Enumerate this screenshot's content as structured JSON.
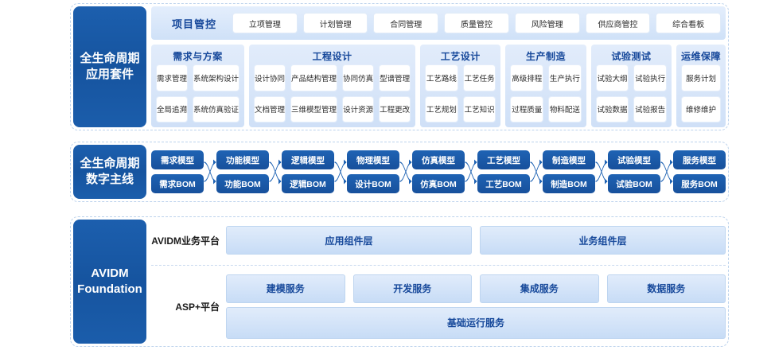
{
  "diagram": {
    "title_hidden": "",
    "colors": {
      "deep_blue": "#16549f",
      "chip_blue": "#15479a",
      "panel_fill": "#cfe0f7",
      "dashed_border": "#bcd2ec"
    }
  },
  "suite": {
    "side_label_line1": "全生命周期",
    "side_label_line2": "应用套件",
    "project_control": {
      "title": "项目管控",
      "items": [
        "立项管理",
        "计划管理",
        "合同管理",
        "质量管控",
        "风险管理",
        "供应商管控",
        "综合看板"
      ]
    },
    "groups": [
      {
        "title": "需求与方案",
        "row1": [
          "需求管理",
          "系统架构设计"
        ],
        "row2": [
          "全局追溯",
          "系统仿真验证"
        ]
      },
      {
        "title": "工程设计",
        "row1": [
          "设计协同",
          "产品结构管理",
          "协同仿真",
          "型谱管理"
        ],
        "row2": [
          "文档管理",
          "三维模型管理",
          "设计资源",
          "工程更改"
        ]
      },
      {
        "title": "工艺设计",
        "row1": [
          "工艺路线",
          "工艺任务"
        ],
        "row2": [
          "工艺规划",
          "工艺知识"
        ]
      },
      {
        "title": "生产制造",
        "row1": [
          "高级排程",
          "生产执行"
        ],
        "row2": [
          "过程质量",
          "物料配送"
        ]
      },
      {
        "title": "试验测试",
        "row1": [
          "试验大纲",
          "试验执行"
        ],
        "row2": [
          "试验数据",
          "试验报告"
        ]
      },
      {
        "title": "运维保障",
        "row1": [
          "服务计划"
        ],
        "row2": [
          "维修维护"
        ]
      }
    ]
  },
  "thread": {
    "side_label_line1": "全生命周期",
    "side_label_line2": "数字主线",
    "stages": [
      {
        "model": "需求模型",
        "bom": "需求BOM"
      },
      {
        "model": "功能模型",
        "bom": "功能BOM"
      },
      {
        "model": "逻辑模型",
        "bom": "逻辑BOM"
      },
      {
        "model": "物理模型",
        "bom": "设计BOM"
      },
      {
        "model": "仿真模型",
        "bom": "仿真BOM"
      },
      {
        "model": "工艺模型",
        "bom": "工艺BOM"
      },
      {
        "model": "制造模型",
        "bom": "制造BOM"
      },
      {
        "model": "试验模型",
        "bom": "试验BOM"
      },
      {
        "model": "服务模型",
        "bom": "服务BOM"
      }
    ]
  },
  "foundation": {
    "side_label_line1": "AVIDM",
    "side_label_line2": "Foundation",
    "business_platform": {
      "label": "AVIDM业务平台",
      "boxes": [
        "应用组件层",
        "业务组件层"
      ]
    },
    "asp_platform": {
      "label": "ASP+平台",
      "services": [
        "建模服务",
        "开发服务",
        "集成服务",
        "数据服务"
      ],
      "runtime": "基础运行服务"
    }
  }
}
